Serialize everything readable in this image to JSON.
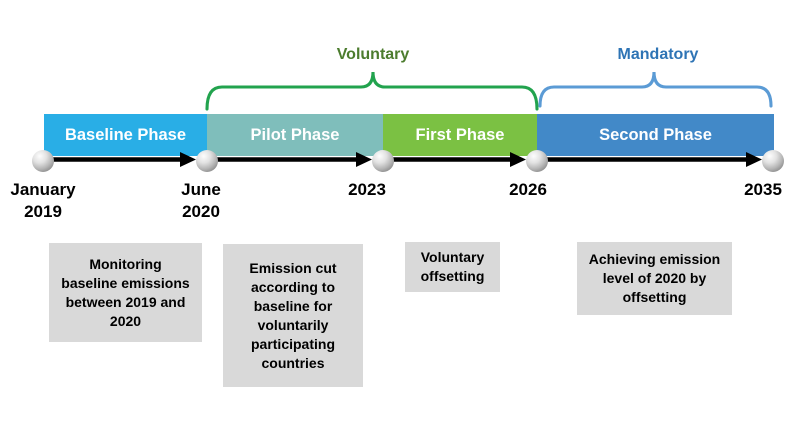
{
  "colors": {
    "baseline_phase": "#29AEE6",
    "pilot_phase": "#7FBEBB",
    "first_phase": "#7BC143",
    "second_phase": "#4289C8",
    "voluntary_text": "#4C7C2E",
    "voluntary_brace": "#22A34E",
    "mandatory_text": "#2E74B5",
    "mandatory_brace": "#5B9BD5",
    "note_bg": "#D9D9D9",
    "arrow": "#000000",
    "phase_text": "#FFFFFF",
    "date_text": "#000000",
    "sphere": "#B3B3B3"
  },
  "brackets": {
    "voluntary": {
      "label": "Voluntary"
    },
    "mandatory": {
      "label": "Mandatory"
    }
  },
  "timeline": {
    "phases": [
      {
        "label": "Baseline Phase"
      },
      {
        "label": "Pilot Phase"
      },
      {
        "label": "First Phase"
      },
      {
        "label": "Second Phase"
      }
    ],
    "milestones": [
      {
        "label": "January\n2019"
      },
      {
        "label": "June\n2020"
      },
      {
        "label": "2023"
      },
      {
        "label": "2026"
      },
      {
        "label": "2035"
      }
    ]
  },
  "notes": [
    {
      "text": "Monitoring\nbaseline emissions\nbetween 2019 and\n2020"
    },
    {
      "text": "Emission cut\naccording to\nbaseline for\nvoluntarily\nparticipating\ncountries"
    },
    {
      "text": "Voluntary\noffsetting"
    },
    {
      "text": "Achieving emission\nlevel of 2020 by\noffsetting"
    }
  ]
}
